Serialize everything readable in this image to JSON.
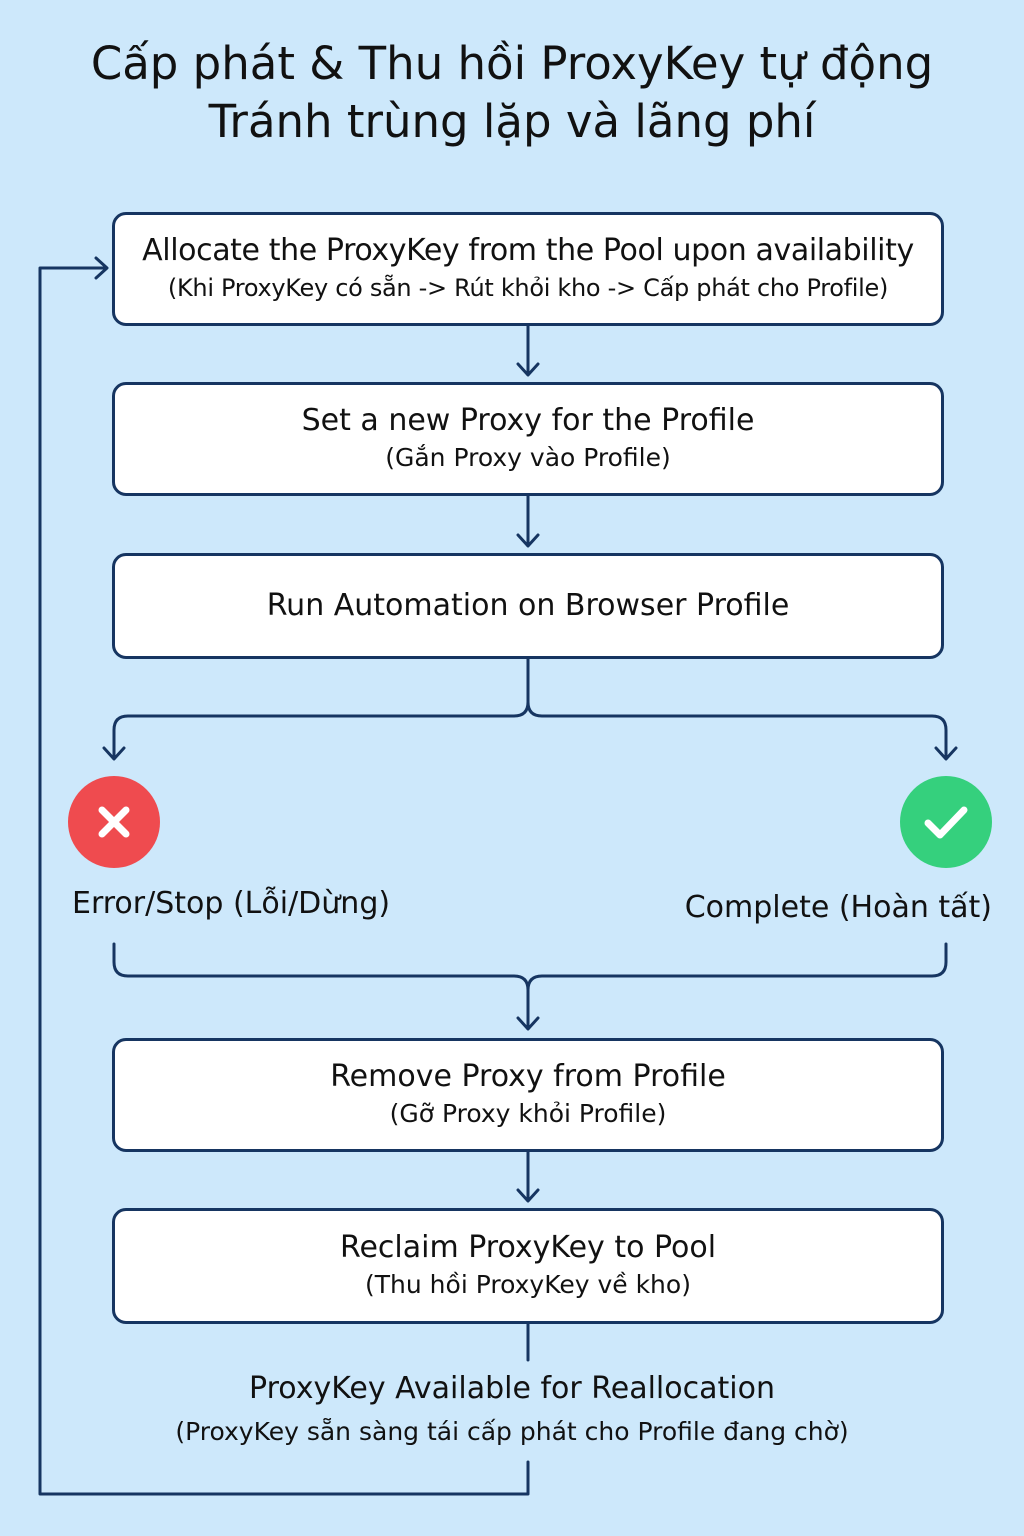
{
  "title": {
    "line1": "Cấp phát & Thu hồi ProxyKey tự động",
    "line2": "Tránh trùng lặp và lãng phí"
  },
  "steps": [
    {
      "main": "Allocate the ProxyKey from the Pool upon availability",
      "sub": "(Khi ProxyKey có sẵn -> Rút khỏi kho -> Cấp phát cho Profile)"
    },
    {
      "main": "Set a new Proxy for the Profile",
      "sub": "(Gắn Proxy vào Profile)"
    },
    {
      "main": "Run Automation on Browser Profile",
      "sub": ""
    },
    {
      "main": "Remove Proxy from Profile",
      "sub": "(Gỡ Proxy khỏi Profile)"
    },
    {
      "main": "Reclaim ProxyKey to Pool",
      "sub": "(Thu hồi ProxyKey về kho)"
    }
  ],
  "branches": {
    "error": {
      "label": "Error/Stop (Lỗi/Dừng)",
      "icon": "x-icon",
      "color": "#ef4b4f"
    },
    "complete": {
      "label": "Complete (Hoàn tất)",
      "icon": "check-icon",
      "color": "#35d07d"
    }
  },
  "available": {
    "main": "ProxyKey Available for Reallocation",
    "sub": "(ProxyKey sẵn sàng tái cấp phát cho Profile đang chờ)"
  },
  "colors": {
    "background": "#cde8fb",
    "box_border": "#163561",
    "line": "#163561"
  }
}
